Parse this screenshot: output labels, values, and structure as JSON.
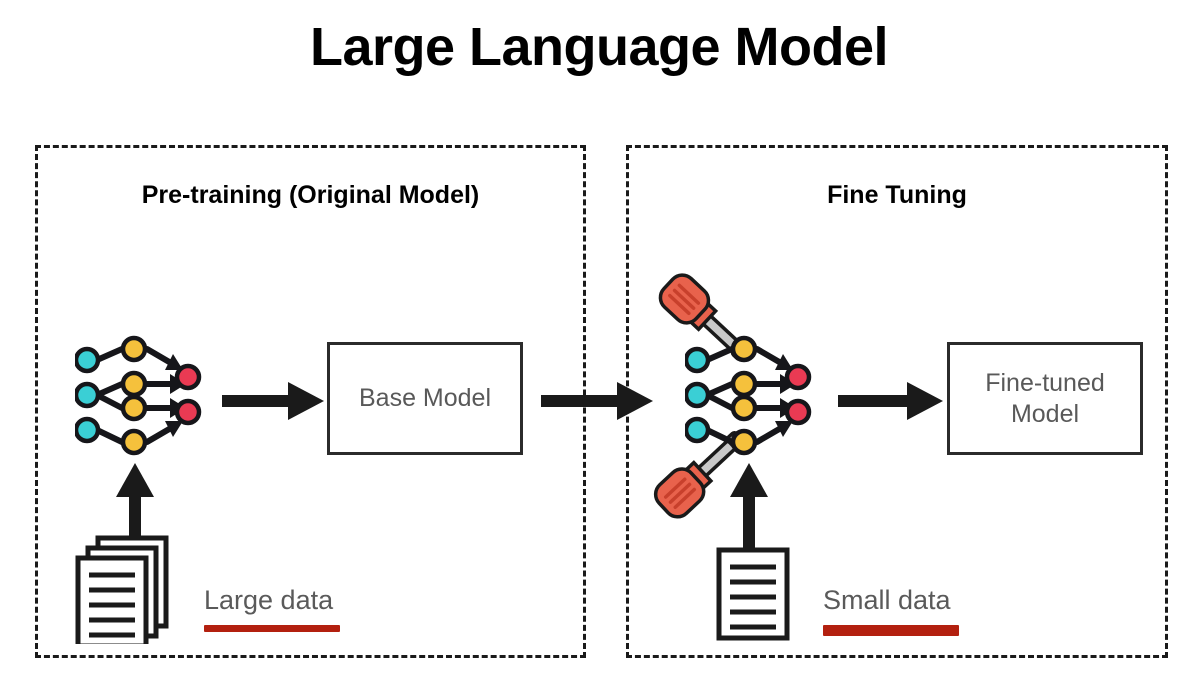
{
  "page": {
    "title": "Large Language Model",
    "background_color": "#ffffff"
  },
  "colors": {
    "node_input": "#3ACFD5",
    "node_hidden": "#F5C13C",
    "node_output": "#EA3A53",
    "node_outline": "#16161a",
    "arrow": "#1a1a1a",
    "panel_border": "#1a1a1a",
    "box_border": "#2b2b2b",
    "box_text": "#595959",
    "data_label_text": "#5a5a5a",
    "data_underline": "#b3200f",
    "screwdriver_handle": "#E8624C",
    "screwdriver_handle_dark": "#C8402C",
    "screwdriver_shaft": "#BFBFBF"
  },
  "panels": [
    {
      "id": "pretraining",
      "title": "Pre-training (Original Model)",
      "network": {
        "icon": "neural-network-icon",
        "layers": [
          {
            "name": "input",
            "count": 3,
            "color": "#3ACFD5"
          },
          {
            "name": "hidden",
            "count": 4,
            "color": "#F5C13C"
          },
          {
            "name": "output",
            "count": 2,
            "color": "#EA3A53"
          }
        ]
      },
      "model_box": {
        "label": "Base Model"
      },
      "data": {
        "docs_icon": "stacked-documents-icon",
        "docs_count": 3,
        "label": "Large data",
        "underline_color": "#b3200f"
      },
      "arrows": [
        {
          "name": "arrow-network-to-base-model",
          "direction": "right"
        },
        {
          "name": "arrow-documents-to-network",
          "direction": "up"
        }
      ]
    },
    {
      "id": "finetuning",
      "title": "Fine Tuning",
      "network": {
        "icon": "neural-network-icon",
        "layers": [
          {
            "name": "input",
            "count": 3,
            "color": "#3ACFD5"
          },
          {
            "name": "hidden",
            "count": 4,
            "color": "#F5C13C"
          },
          {
            "name": "output",
            "count": 2,
            "color": "#EA3A53"
          }
        ],
        "tools": [
          {
            "name": "screwdriver-top-icon"
          },
          {
            "name": "screwdriver-bottom-icon"
          }
        ]
      },
      "model_box": {
        "label_line1": "Fine-tuned",
        "label_line2": "Model"
      },
      "data": {
        "docs_icon": "single-document-icon",
        "docs_count": 1,
        "label": "Small data",
        "underline_color": "#b3200f"
      },
      "arrows": [
        {
          "name": "arrow-base-model-to-finetuning",
          "direction": "right"
        },
        {
          "name": "arrow-network-to-finetuned-model",
          "direction": "right"
        },
        {
          "name": "arrow-documents-to-network",
          "direction": "up"
        }
      ]
    }
  ]
}
